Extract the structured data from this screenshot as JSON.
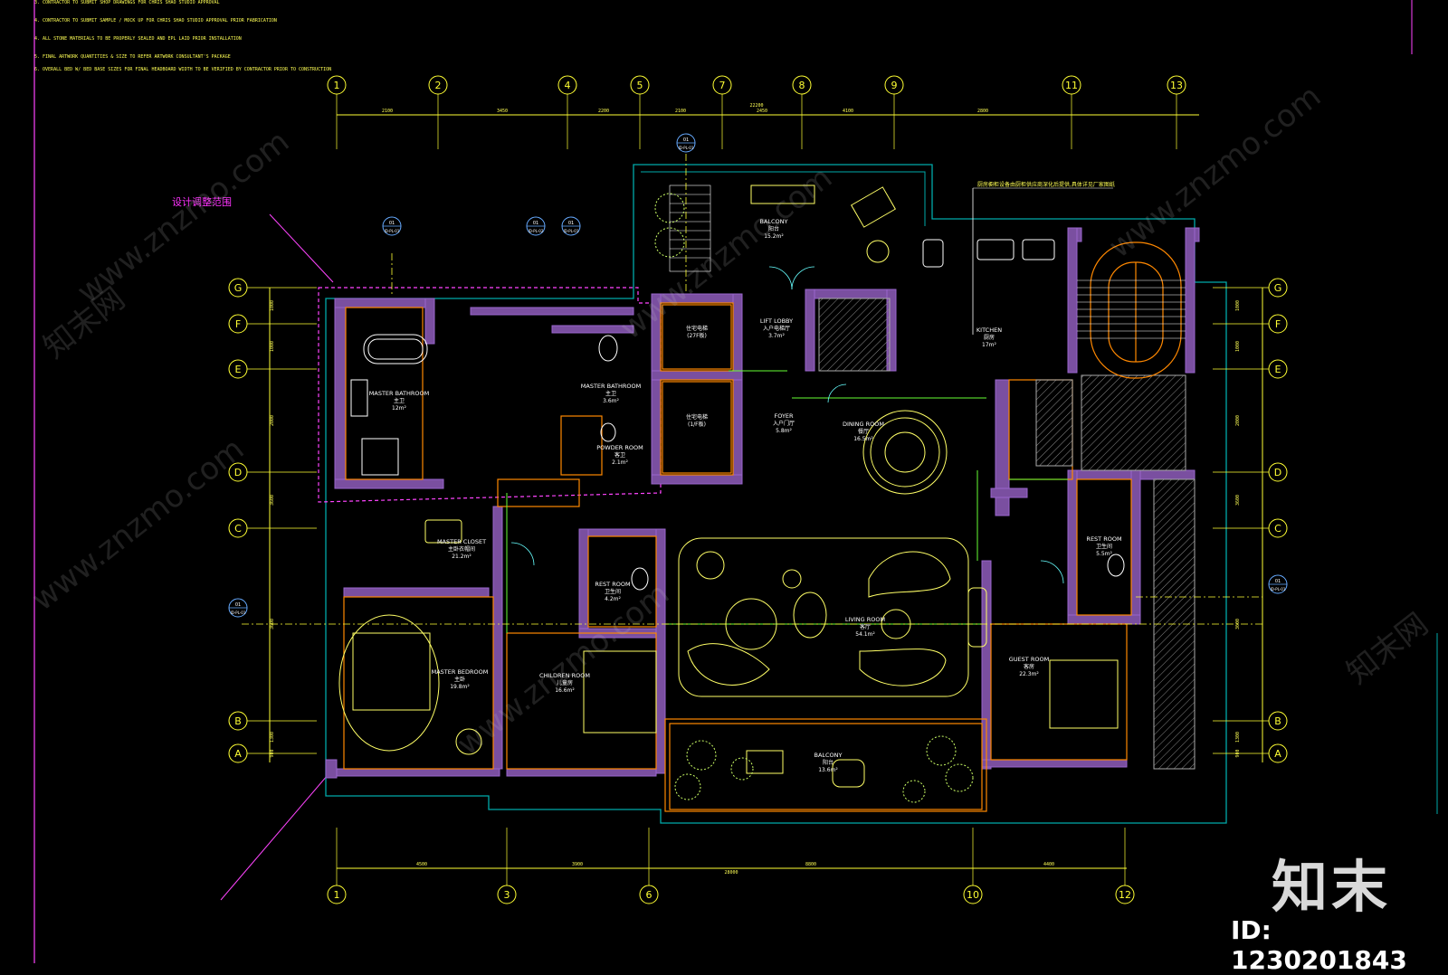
{
  "notes": [
    "3. CONTRACTOR TO SUBMIT SHOP DRAWINGS FOR CHRIS SHAO STUDIO APPROVAL",
    "4. CONTRACTOR TO SUBMIT SAMPLE / MOCK UP FOR CHRIS SHAO STUDIO APPROVAL PRIOR FABRICATION",
    "4. ALL STONE MATERIALS TO BE PROPERLY SEALED AND EPL LAID PRIOR INSTALLATION",
    "5. FINAL ARTWORK QUANTITIES & SIZE TO REFER ARTWORK CONSULTANT'S PACKAGE",
    "6. OVERALL BED W/ BED BASE SIZES FOR FINAL HEADBOARD WIDTH TO BE VERIFIED BY CONTRACTOR PRIOR TO CONSTRUCTION"
  ],
  "grid": {
    "top_axes": [
      "1",
      "2",
      "4",
      "5",
      "7",
      "8",
      "9",
      "11",
      "13"
    ],
    "bottom_axes": [
      "1",
      "3",
      "6",
      "10",
      "12"
    ],
    "left_axes": [
      "G",
      "F",
      "E",
      "D",
      "C",
      "B",
      "A"
    ],
    "right_axes": [
      "G",
      "F",
      "E",
      "D",
      "C",
      "B",
      "A"
    ],
    "top_dims": [
      "2100",
      "3450",
      "2200",
      "2100",
      "2450",
      "4100",
      "2800"
    ],
    "top_total": "22200",
    "bottom_dims": [
      "4500",
      "3900",
      "8800",
      "4400"
    ],
    "bottom_total": "28000",
    "left_dims": [
      "1000",
      "1000",
      "2000",
      "3600",
      "3600",
      "1300",
      "900"
    ],
    "right_dims": [
      "1000",
      "1000",
      "2000",
      "3600",
      "3600",
      "1300",
      "900"
    ]
  },
  "annotations": {
    "design_scope": "设计调整范围",
    "kitchen_note": "厨房橱柜设备由厨柜供应商深化后提供,具体详见厂家图纸"
  },
  "section_tags": [
    {
      "num": "01",
      "ref": "ID-PL-01"
    },
    {
      "num": "01",
      "ref": "ID-PL-01"
    },
    {
      "num": "01",
      "ref": "ID-PL-02"
    },
    {
      "num": "01",
      "ref": "ID-PL-01"
    },
    {
      "num": "01",
      "ref": "ID-PL-01"
    },
    {
      "num": "01",
      "ref": "ID-PL-01"
    }
  ],
  "rooms": [
    {
      "key": "balcony_north",
      "en": "BALCONY",
      "cn": "阳台",
      "area": "15.2m²"
    },
    {
      "key": "lift_lobby",
      "en": "LIFT LOBBY",
      "cn": "入户电梯厅",
      "area": "3.7m²"
    },
    {
      "key": "kitchen",
      "en": "KITCHEN",
      "cn": "厨房",
      "area": "17m²"
    },
    {
      "key": "master_bath_west",
      "en": "MASTER BATHROOM",
      "cn": "主卫",
      "area": "12m²"
    },
    {
      "key": "master_bath_east",
      "en": "MASTER BATHROOM",
      "cn": "主卫",
      "area": "3.6m²"
    },
    {
      "key": "powder_room",
      "en": "POWDER ROOM",
      "cn": "客卫",
      "area": "2.1m²"
    },
    {
      "key": "foyer",
      "en": "FOYER",
      "cn": "入户门厅",
      "area": "5.8m²"
    },
    {
      "key": "dining",
      "en": "DINING ROOM",
      "cn": "餐厅",
      "area": "16.5m²"
    },
    {
      "key": "lift_a",
      "en": "",
      "cn": "住宅电梯",
      "area": "(27F板)"
    },
    {
      "key": "lift_b",
      "en": "",
      "cn": "住宅电梯",
      "area": "(1/F板)"
    },
    {
      "key": "master_closet",
      "en": "MASTER CLOSET",
      "cn": "主卧衣帽间",
      "area": "21.2m²"
    },
    {
      "key": "rest_room_mid",
      "en": "REST ROOM",
      "cn": "卫生间",
      "area": "4.2m²"
    },
    {
      "key": "rest_room_east",
      "en": "REST ROOM",
      "cn": "卫生间",
      "area": "5.5m²"
    },
    {
      "key": "living",
      "en": "LIVING ROOM",
      "cn": "客厅",
      "area": "54.1m²"
    },
    {
      "key": "master_bedroom",
      "en": "MASTER BEDROOM",
      "cn": "主卧",
      "area": "19.8m²"
    },
    {
      "key": "children_room",
      "en": "CHILDREN ROOM",
      "cn": "儿童房",
      "area": "16.6m²"
    },
    {
      "key": "guest_room",
      "en": "GUEST ROOM",
      "cn": "客房",
      "area": "22.3m²"
    },
    {
      "key": "balcony_south",
      "en": "BALCONY",
      "cn": "阳台",
      "area": "13.6m²"
    }
  ],
  "watermark": {
    "logo": "知末",
    "id": "ID: 1230201843",
    "site": "www.znzmo.com",
    "brand": "知末网"
  },
  "colors": {
    "grid": "#ffff33",
    "wall": "#9966cc",
    "wall_fill": "#7a4fa0",
    "outline": "#ff44ff",
    "furniture": "#ffff66",
    "fixture": "#ffffff",
    "boundary": "#00aaaa",
    "orange": "#ff8800",
    "green": "#66ff33",
    "annotation": "#ff33ff"
  }
}
